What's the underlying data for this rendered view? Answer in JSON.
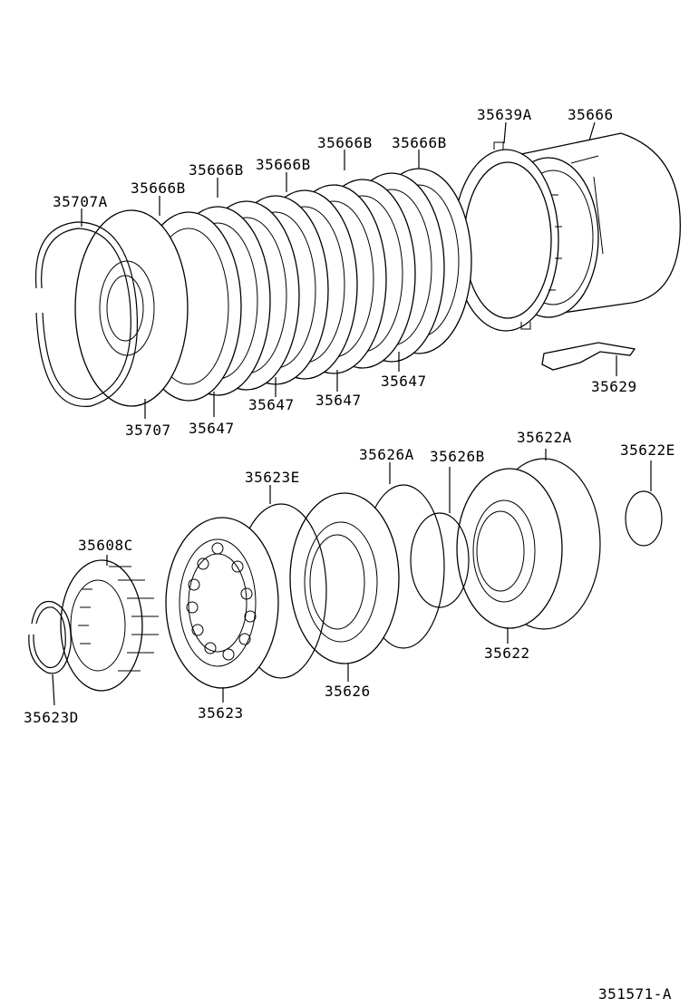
{
  "diagram": {
    "labels": {
      "p35639A": "35639A",
      "p35666": "35666",
      "p35666B_1": "35666B",
      "p35666B_2": "35666B",
      "p35666B_3": "35666B",
      "p35666B_4": "35666B",
      "p35666B_5": "35666B",
      "p35707A": "35707A",
      "p35707": "35707",
      "p35647_1": "35647",
      "p35647_2": "35647",
      "p35647_3": "35647",
      "p35647_4": "35647",
      "p35629": "35629",
      "p35626A": "35626A",
      "p35626B": "35626B",
      "p35622A": "35622A",
      "p35622E": "35622E",
      "p35623E": "35623E",
      "p35608C": "35608C",
      "p35623D": "35623D",
      "p35623": "35623",
      "p35626": "35626",
      "p35622": "35622"
    },
    "figure_code": "351571-A"
  }
}
